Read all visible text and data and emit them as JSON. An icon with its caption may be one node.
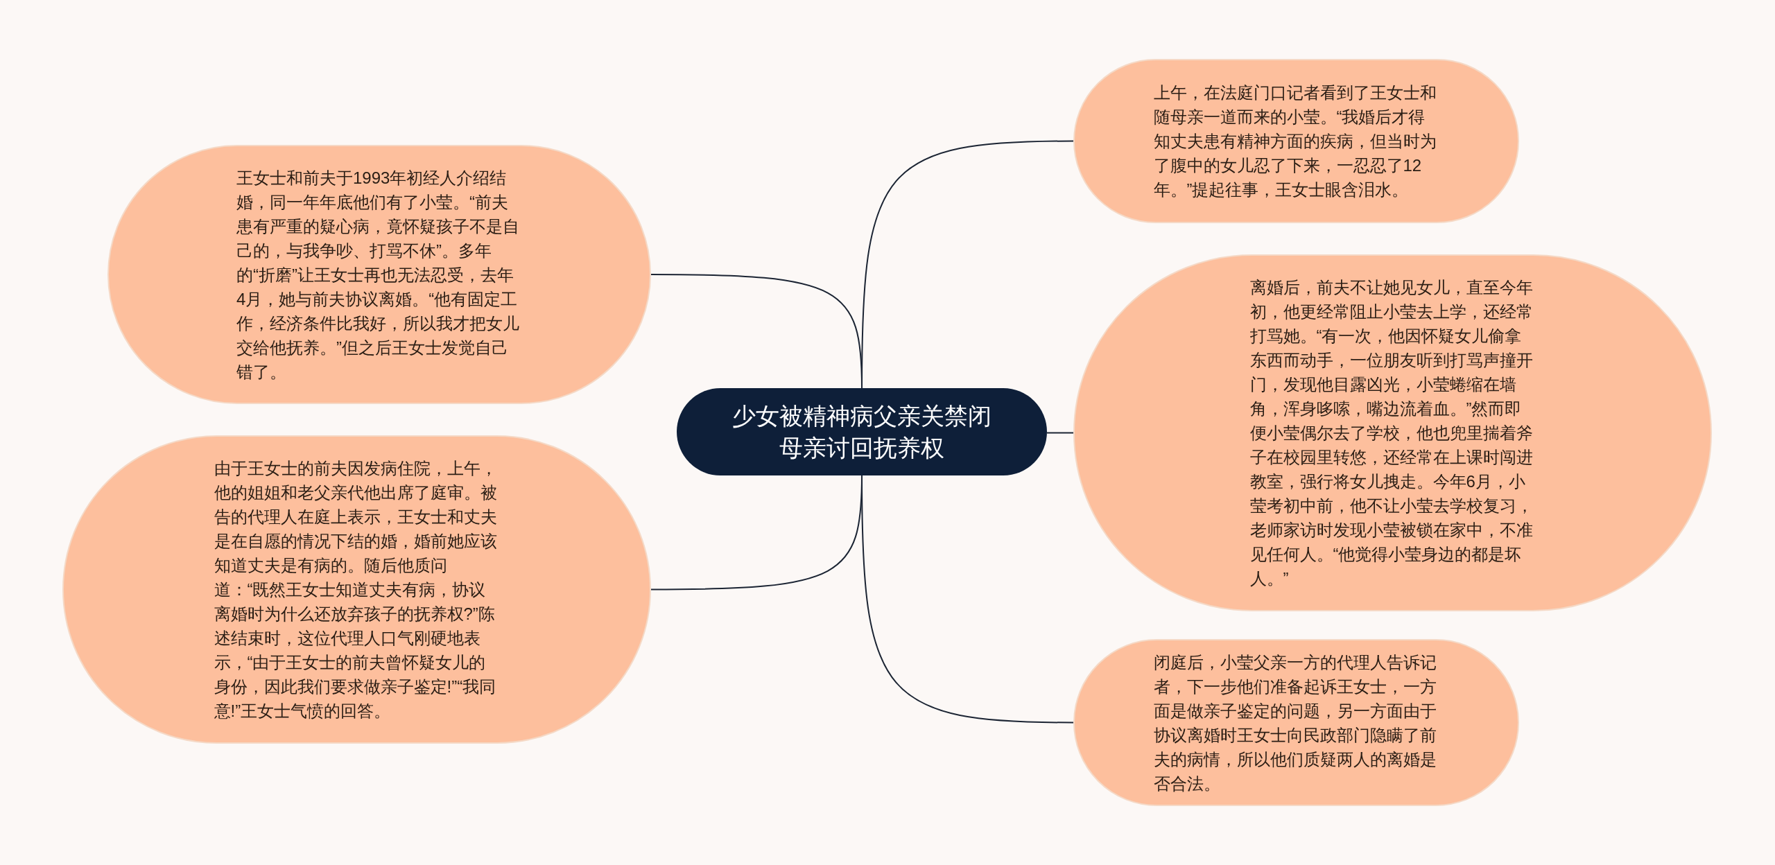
{
  "diagram": {
    "nodes": [
      {
        "text": [
          "少女被精神病父亲关禁闭母亲讨回抚养权"
        ]
      },
      {
        "text": [
          "王女士和前夫于1993年初经人介绍结婚，同一年年底他们有了小莹。“前夫患有严重的疑心病，竟怀疑孩子不是自己的，与我争吵、打骂不休”。多年的“折磨”让王女士再也无法忍受，去年4月，她与前夫协议离婚。“他有固定工作，经济条件比我好，所以我才把女儿交给他抚养。”但之后王女士发觉自己错了。"
        ]
      },
      {
        "text": [
          "由于王女士的前夫因发病住院，上午，他的姐姐和老父亲代他出席了庭审。被告的代理人在庭上表示，王女士和丈夫是在自愿的情况下结的婚，婚前她应该知道丈夫是有病的。随后他质问道：“既然王女士知道丈夫有病，协议离婚时为什么还放弃孩子的抚养权?”陈述结束时，这位代理人口气刚硬地表示，“由于王女士的前夫曾怀疑女儿的身份，因此我们要求做亲子鉴定!”“我同意!”王女士气愤的回答。"
        ]
      },
      {
        "text": [
          "上午，在法庭门口记者看到了王女士和随母亲一道而来的小莹。“我婚后才得知丈夫患有精神方面的疾病，但当时为了腹中的女儿忍了下来，一忍忍了12年。”提起往事，王女士眼含泪水。"
        ]
      },
      {
        "text": [
          "离婚后，前夫不让她见女儿，直至今年初，他更经常阻止小莹去上学，还经常打骂她。“有一次，他因怀疑女儿偷拿东西而动手，一位朋友听到打骂声撞开门，发现他目露凶光，小莹蜷缩在墙角，浑身哆嗦，嘴边流着血。”然而即便小莹偶尔去了学校，他也兜里揣着斧子在校园里转悠，还经常在上课时闯进教室，强行将女儿拽走。今年6月，小莹考初中前，他不让小莹去学校复习，老师家访时发现小莹被锁在家中，不准见任何人。“他觉得小莹身边的都是坏人。”"
        ]
      },
      {
        "text": [
          "闭庭后，小莹父亲一方的代理人告诉记者，下一步他们准备起诉王女士，一方面是做亲子鉴定的问题，另一方面由于协议离婚时王女士向民政部门隐瞒了前夫的病情，所以他们质疑两人的离婚是否合法。"
        ]
      }
    ],
    "edges": [
      {
        "from": 0,
        "to": 1,
        "arrow": "none"
      },
      {
        "from": 0,
        "to": 2,
        "arrow": "none"
      },
      {
        "from": 0,
        "to": 3,
        "arrow": "none"
      },
      {
        "from": 0,
        "to": 4,
        "arrow": "none"
      },
      {
        "from": 0,
        "to": 5,
        "arrow": "none"
      }
    ]
  }
}
